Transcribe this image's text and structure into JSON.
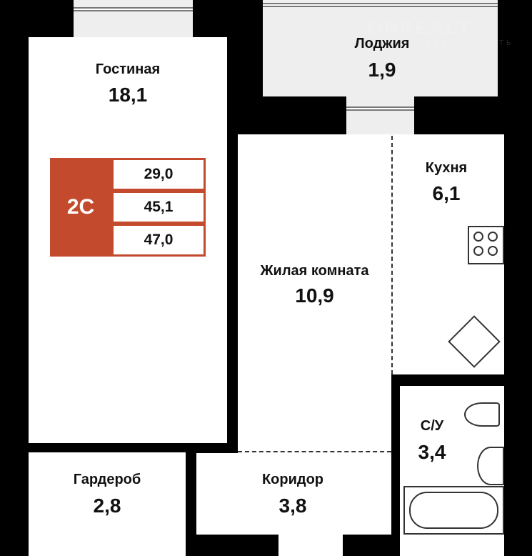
{
  "watermark": {
    "brand": "ONREALT",
    "subtitle": "НЕДВИЖИМОСТЬ"
  },
  "apartment": {
    "type": "2C",
    "areas": [
      "29,0",
      "45,1",
      "47,0"
    ]
  },
  "rooms": [
    {
      "name": "Гостиная",
      "area": "18,1"
    },
    {
      "name": "Лоджия",
      "area": "1,9"
    },
    {
      "name": "Кухня",
      "area": "6,1"
    },
    {
      "name": "Жилая комната",
      "area": "10,9"
    },
    {
      "name": "С/У",
      "area": "3,4"
    },
    {
      "name": "Гардероб",
      "area": "2,8"
    },
    {
      "name": "Коридор",
      "area": "3,8"
    }
  ]
}
